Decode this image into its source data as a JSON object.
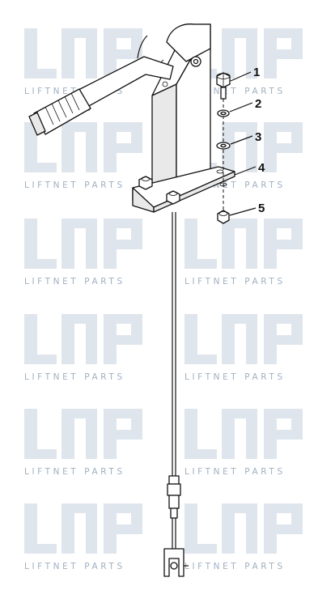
{
  "watermark": {
    "logo_text": "LNP",
    "caption": "LIFTNET PARTS"
  },
  "callouts": [
    {
      "number": "1",
      "part": "bolt"
    },
    {
      "number": "2",
      "part": "lock-washer"
    },
    {
      "number": "3",
      "part": "flat-washer"
    },
    {
      "number": "4",
      "part": "base-plate"
    },
    {
      "number": "5",
      "part": "nut"
    }
  ],
  "colors": {
    "line": "#111111",
    "watermark_logo": "#dfe5ec",
    "watermark_text": "#9fb0c2"
  }
}
